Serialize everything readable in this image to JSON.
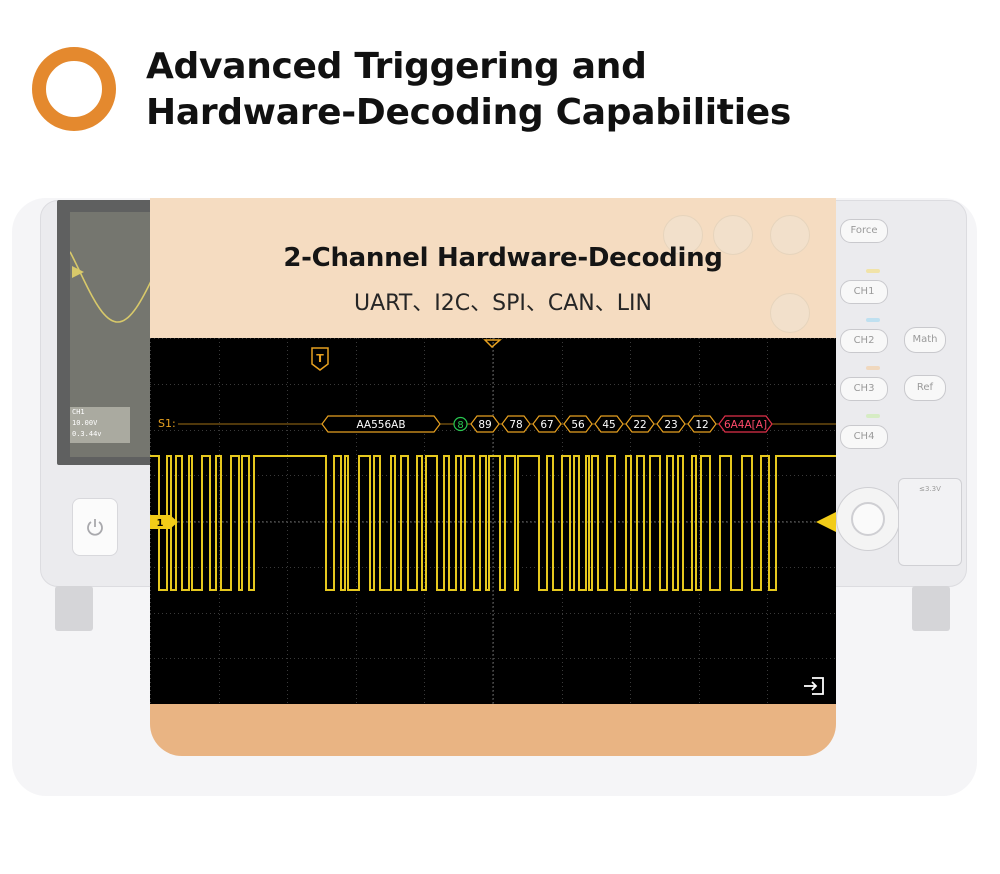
{
  "header": {
    "title_line1": "Advanced Triggering and",
    "title_line2": "Hardware-Decoding Capabilities",
    "accent_color": "#e4892e"
  },
  "feature": {
    "title": "2-Channel Hardware-Decoding",
    "protocols": "UART、I2C、SPI、CAN、LIN",
    "panel_color": "#e9b483"
  },
  "scope": {
    "bus_label": "S1:",
    "trigger_marker": "T",
    "channel_marker": "1",
    "trace_color": "#e6c81e",
    "decode_fields": [
      {
        "text": "AA556AB",
        "kind": "data"
      },
      {
        "text": "8",
        "kind": "count"
      },
      {
        "text": "89",
        "kind": "data"
      },
      {
        "text": "78",
        "kind": "data"
      },
      {
        "text": "67",
        "kind": "data"
      },
      {
        "text": "56",
        "kind": "data"
      },
      {
        "text": "45",
        "kind": "data"
      },
      {
        "text": "22",
        "kind": "data"
      },
      {
        "text": "23",
        "kind": "data"
      },
      {
        "text": "12",
        "kind": "data"
      },
      {
        "text": "6A4A[A]",
        "kind": "crc"
      }
    ]
  },
  "device": {
    "buttons": {
      "force": "Force",
      "ch1": "CH1",
      "ch2": "CH2",
      "ch3": "CH3",
      "ch4": "CH4",
      "math": "Math",
      "ref": "Ref"
    },
    "screen_info": [
      "CH1",
      "10.00V",
      "0.3.44v"
    ],
    "probe_label": "≤3.3V",
    "icons": [
      "power-icon",
      "exit-icon",
      "trigger-marker",
      "channel-marker"
    ]
  }
}
